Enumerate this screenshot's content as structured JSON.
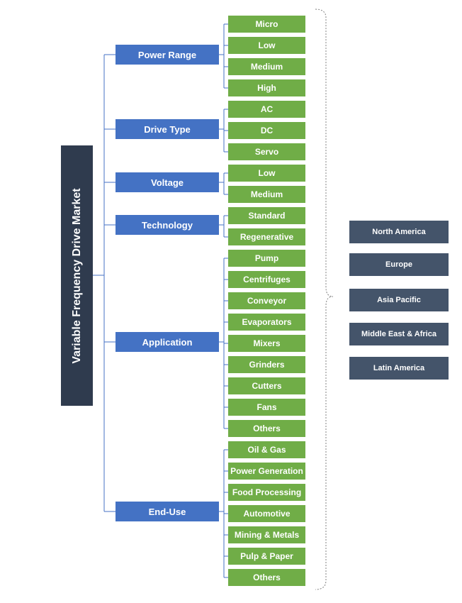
{
  "title": "Variable Frequency Drive Market",
  "colors": {
    "root": "#2f3b4e",
    "segment": "#4472c4",
    "leaf": "#70ad47",
    "region": "#44546a",
    "connector": "#4472c4",
    "brace": "#808080"
  },
  "segments": [
    {
      "label": "Power Range",
      "items": [
        "Micro",
        "Low",
        "Medium",
        "High"
      ]
    },
    {
      "label": "Drive Type",
      "items": [
        "AC",
        "DC",
        "Servo"
      ]
    },
    {
      "label": "Voltage",
      "items": [
        "Low",
        "Medium"
      ]
    },
    {
      "label": "Technology",
      "items": [
        "Standard",
        "Regenerative"
      ]
    },
    {
      "label": "Application",
      "items": [
        "Pump",
        "Centrifuges",
        "Conveyor",
        "Evaporators",
        "Mixers",
        "Grinders",
        "Cutters",
        "Fans",
        "Others"
      ]
    },
    {
      "label": "End-Use",
      "items": [
        "Oil & Gas",
        "Power Generation",
        "Food Processing",
        "Automotive",
        "Mining & Metals",
        "Pulp & Paper",
        "Others"
      ]
    }
  ],
  "regions": [
    "North America",
    "Europe",
    "Asia Pacific",
    "Middle East & Africa",
    "Latin America"
  ]
}
